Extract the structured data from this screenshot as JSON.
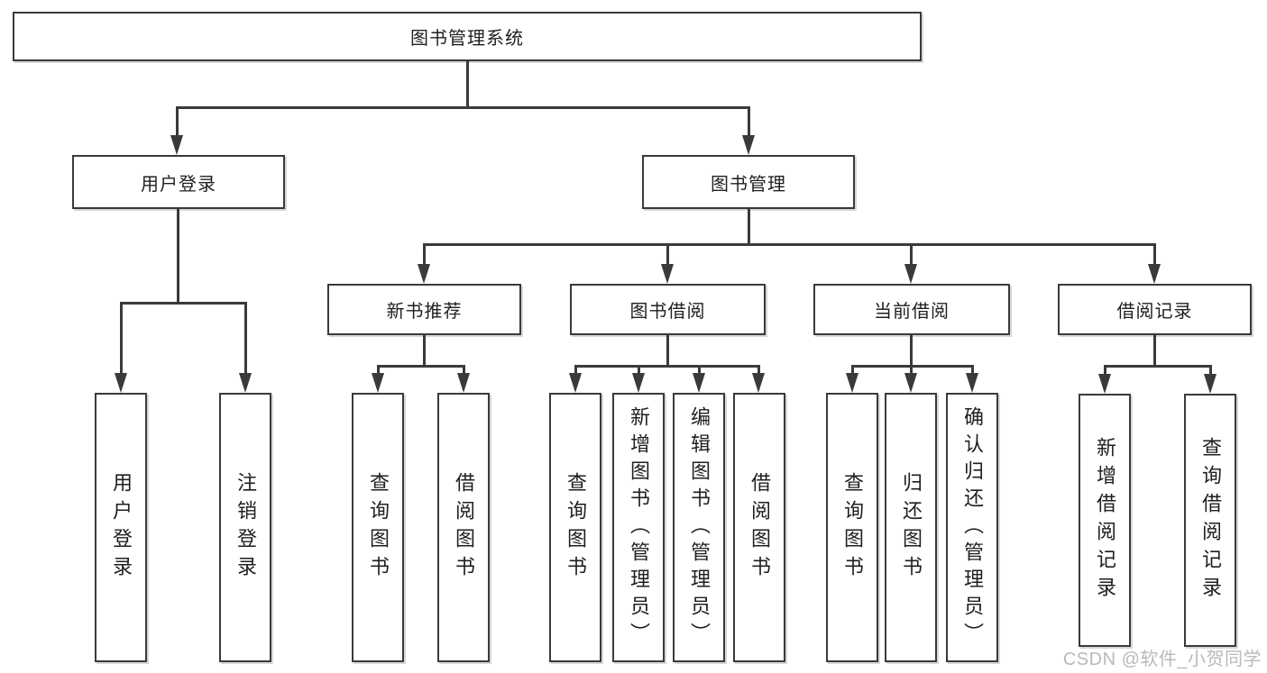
{
  "diagram": {
    "type": "tree",
    "root": {
      "label": "图书管理系统"
    },
    "branches": [
      {
        "label": "用户登录",
        "children": [
          {
            "label": "用户登录"
          },
          {
            "label": "注销登录"
          }
        ]
      },
      {
        "label": "图书管理",
        "children": [
          {
            "label": "新书推荐",
            "children": [
              {
                "label": "查询图书"
              },
              {
                "label": "借阅图书"
              }
            ]
          },
          {
            "label": "图书借阅",
            "children": [
              {
                "label": "查询图书"
              },
              {
                "label": "新增图书（管理员）"
              },
              {
                "label": "编辑图书（管理员）"
              },
              {
                "label": "借阅图书"
              }
            ]
          },
          {
            "label": "当前借阅",
            "children": [
              {
                "label": "查询图书"
              },
              {
                "label": "归还图书"
              },
              {
                "label": "确认归还（管理员）"
              }
            ]
          },
          {
            "label": "借阅记录",
            "children": [
              {
                "label": "新增借阅记录"
              },
              {
                "label": "查询借阅记录"
              }
            ]
          }
        ]
      }
    ]
  },
  "colors": {
    "line": "#3a3a3a",
    "text": "#1f1f1f",
    "watermark": "#b9b9b9",
    "background": "#ffffff"
  },
  "watermark": {
    "text": "CSDN @软件_小贺同学"
  }
}
